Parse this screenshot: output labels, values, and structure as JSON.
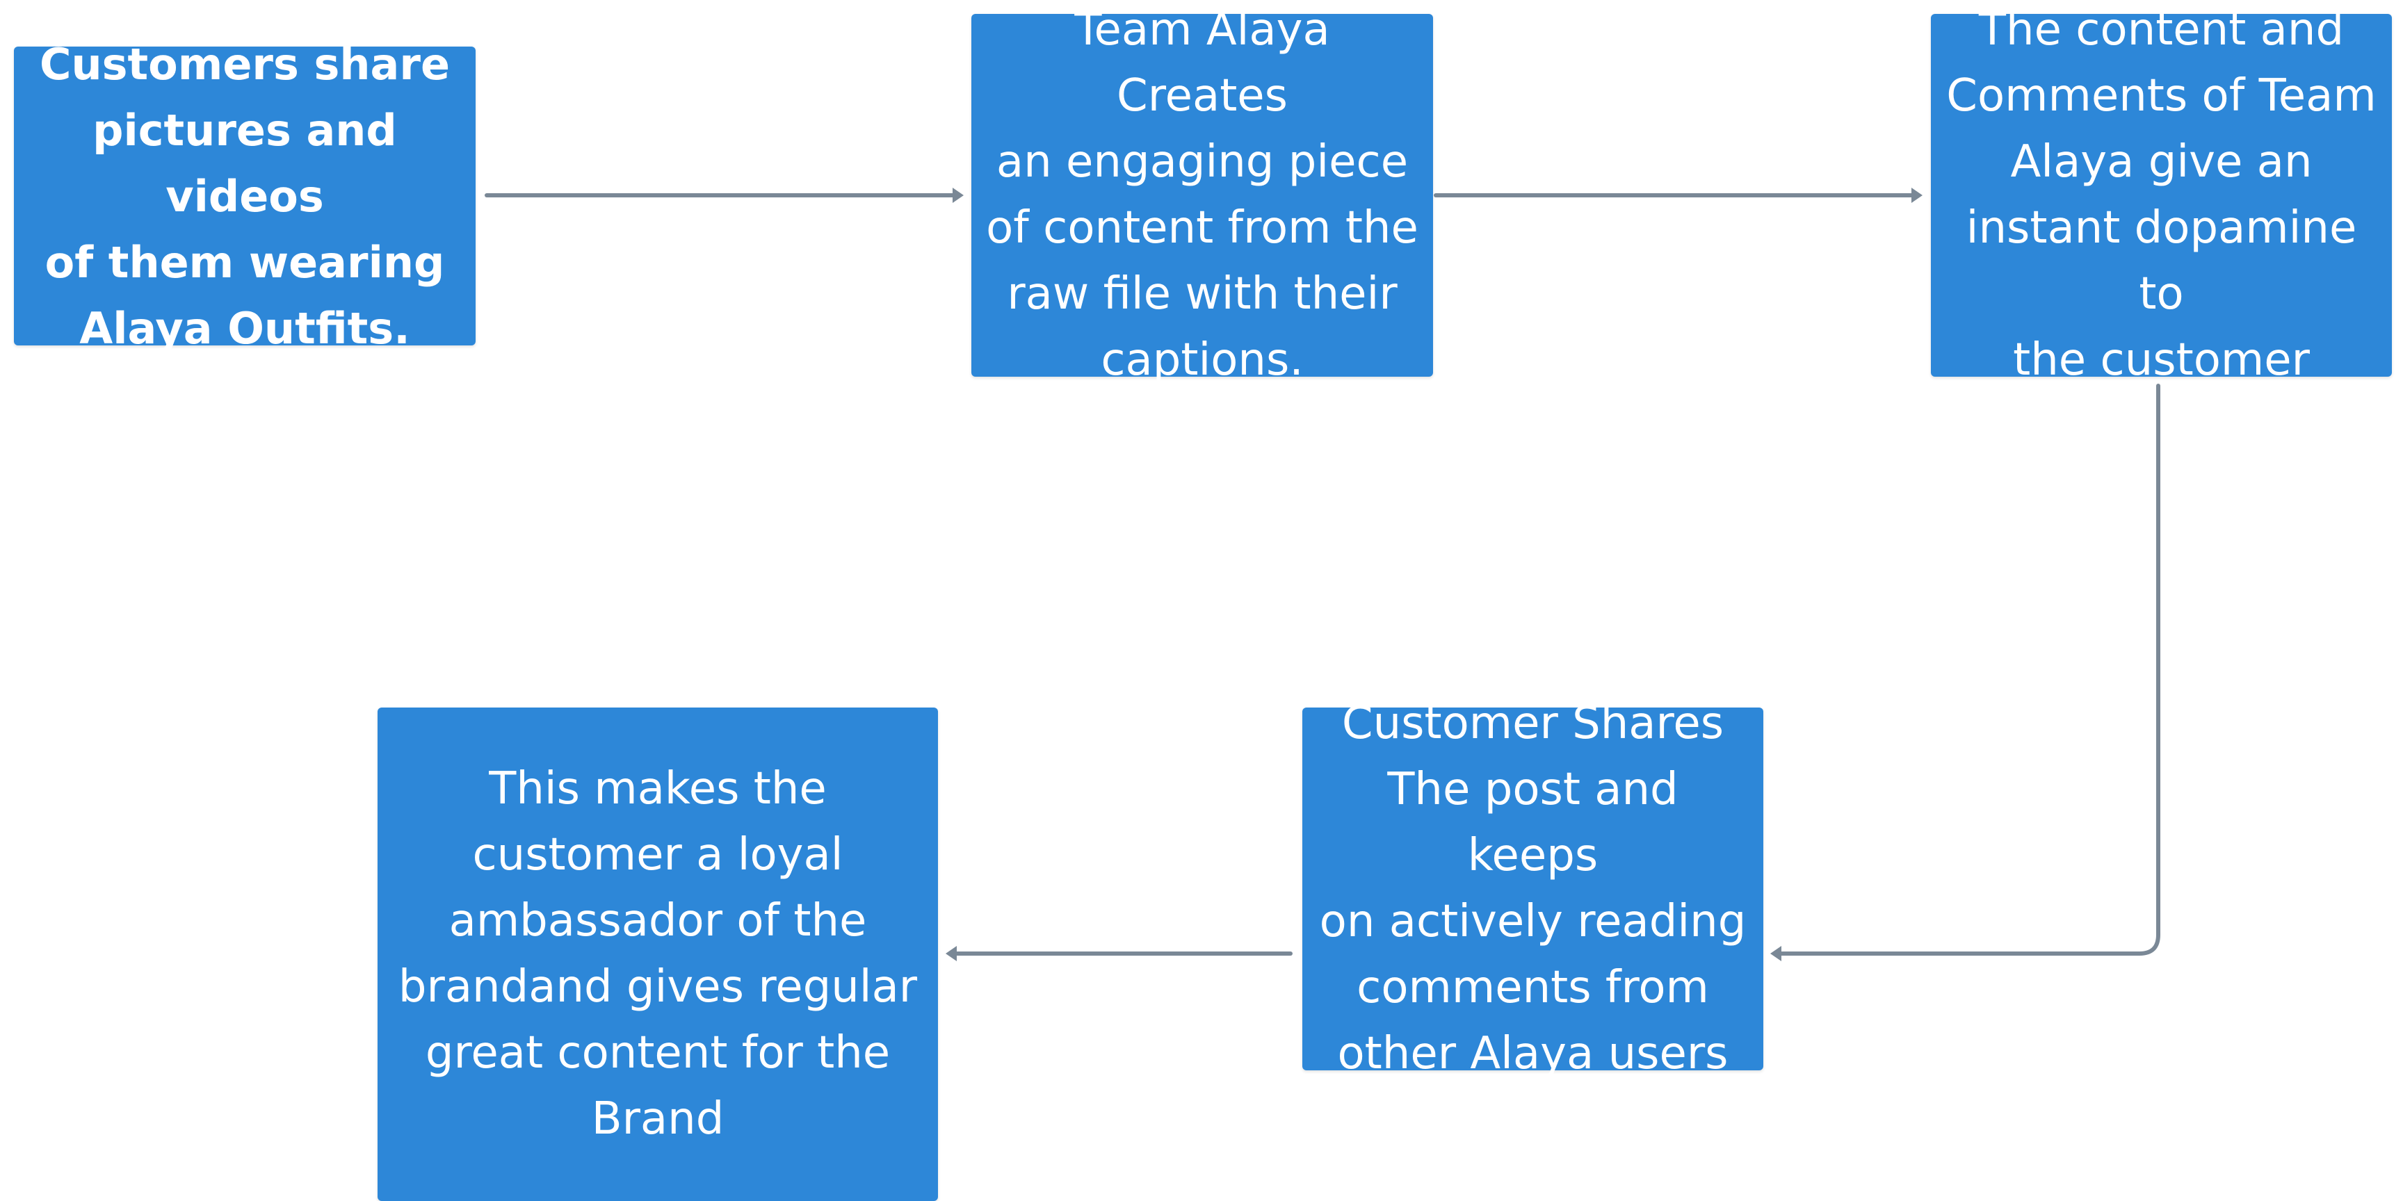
{
  "diagram": {
    "type": "flowchart",
    "colors": {
      "node_fill": "#2D87D8",
      "node_text": "#FFFFFF",
      "connector": "#7A8896",
      "background": "#FFFFFF"
    },
    "nodes": [
      {
        "id": "1",
        "text": "Customers share\npictures and videos\nof them wearing\nAlaya Outfits."
      },
      {
        "id": "2",
        "text": "Team Alaya Creates\nan engaging piece\nof content from the\nraw file with their\ncaptions."
      },
      {
        "id": "3",
        "text": "The content and\nComments of Team\nAlaya give an\ninstant dopamine to\nthe customer"
      },
      {
        "id": "4",
        "text": "Customer Shares\nThe post and keeps\non actively reading\ncomments from\nother Alaya users"
      },
      {
        "id": "5",
        "text": "This makes the\ncustomer a loyal\nambassador of the\nbrandand gives regular\ngreat content for the\nBrand"
      }
    ],
    "edges": [
      {
        "from": "1",
        "to": "2"
      },
      {
        "from": "2",
        "to": "3"
      },
      {
        "from": "3",
        "to": "4"
      },
      {
        "from": "4",
        "to": "5"
      }
    ]
  }
}
